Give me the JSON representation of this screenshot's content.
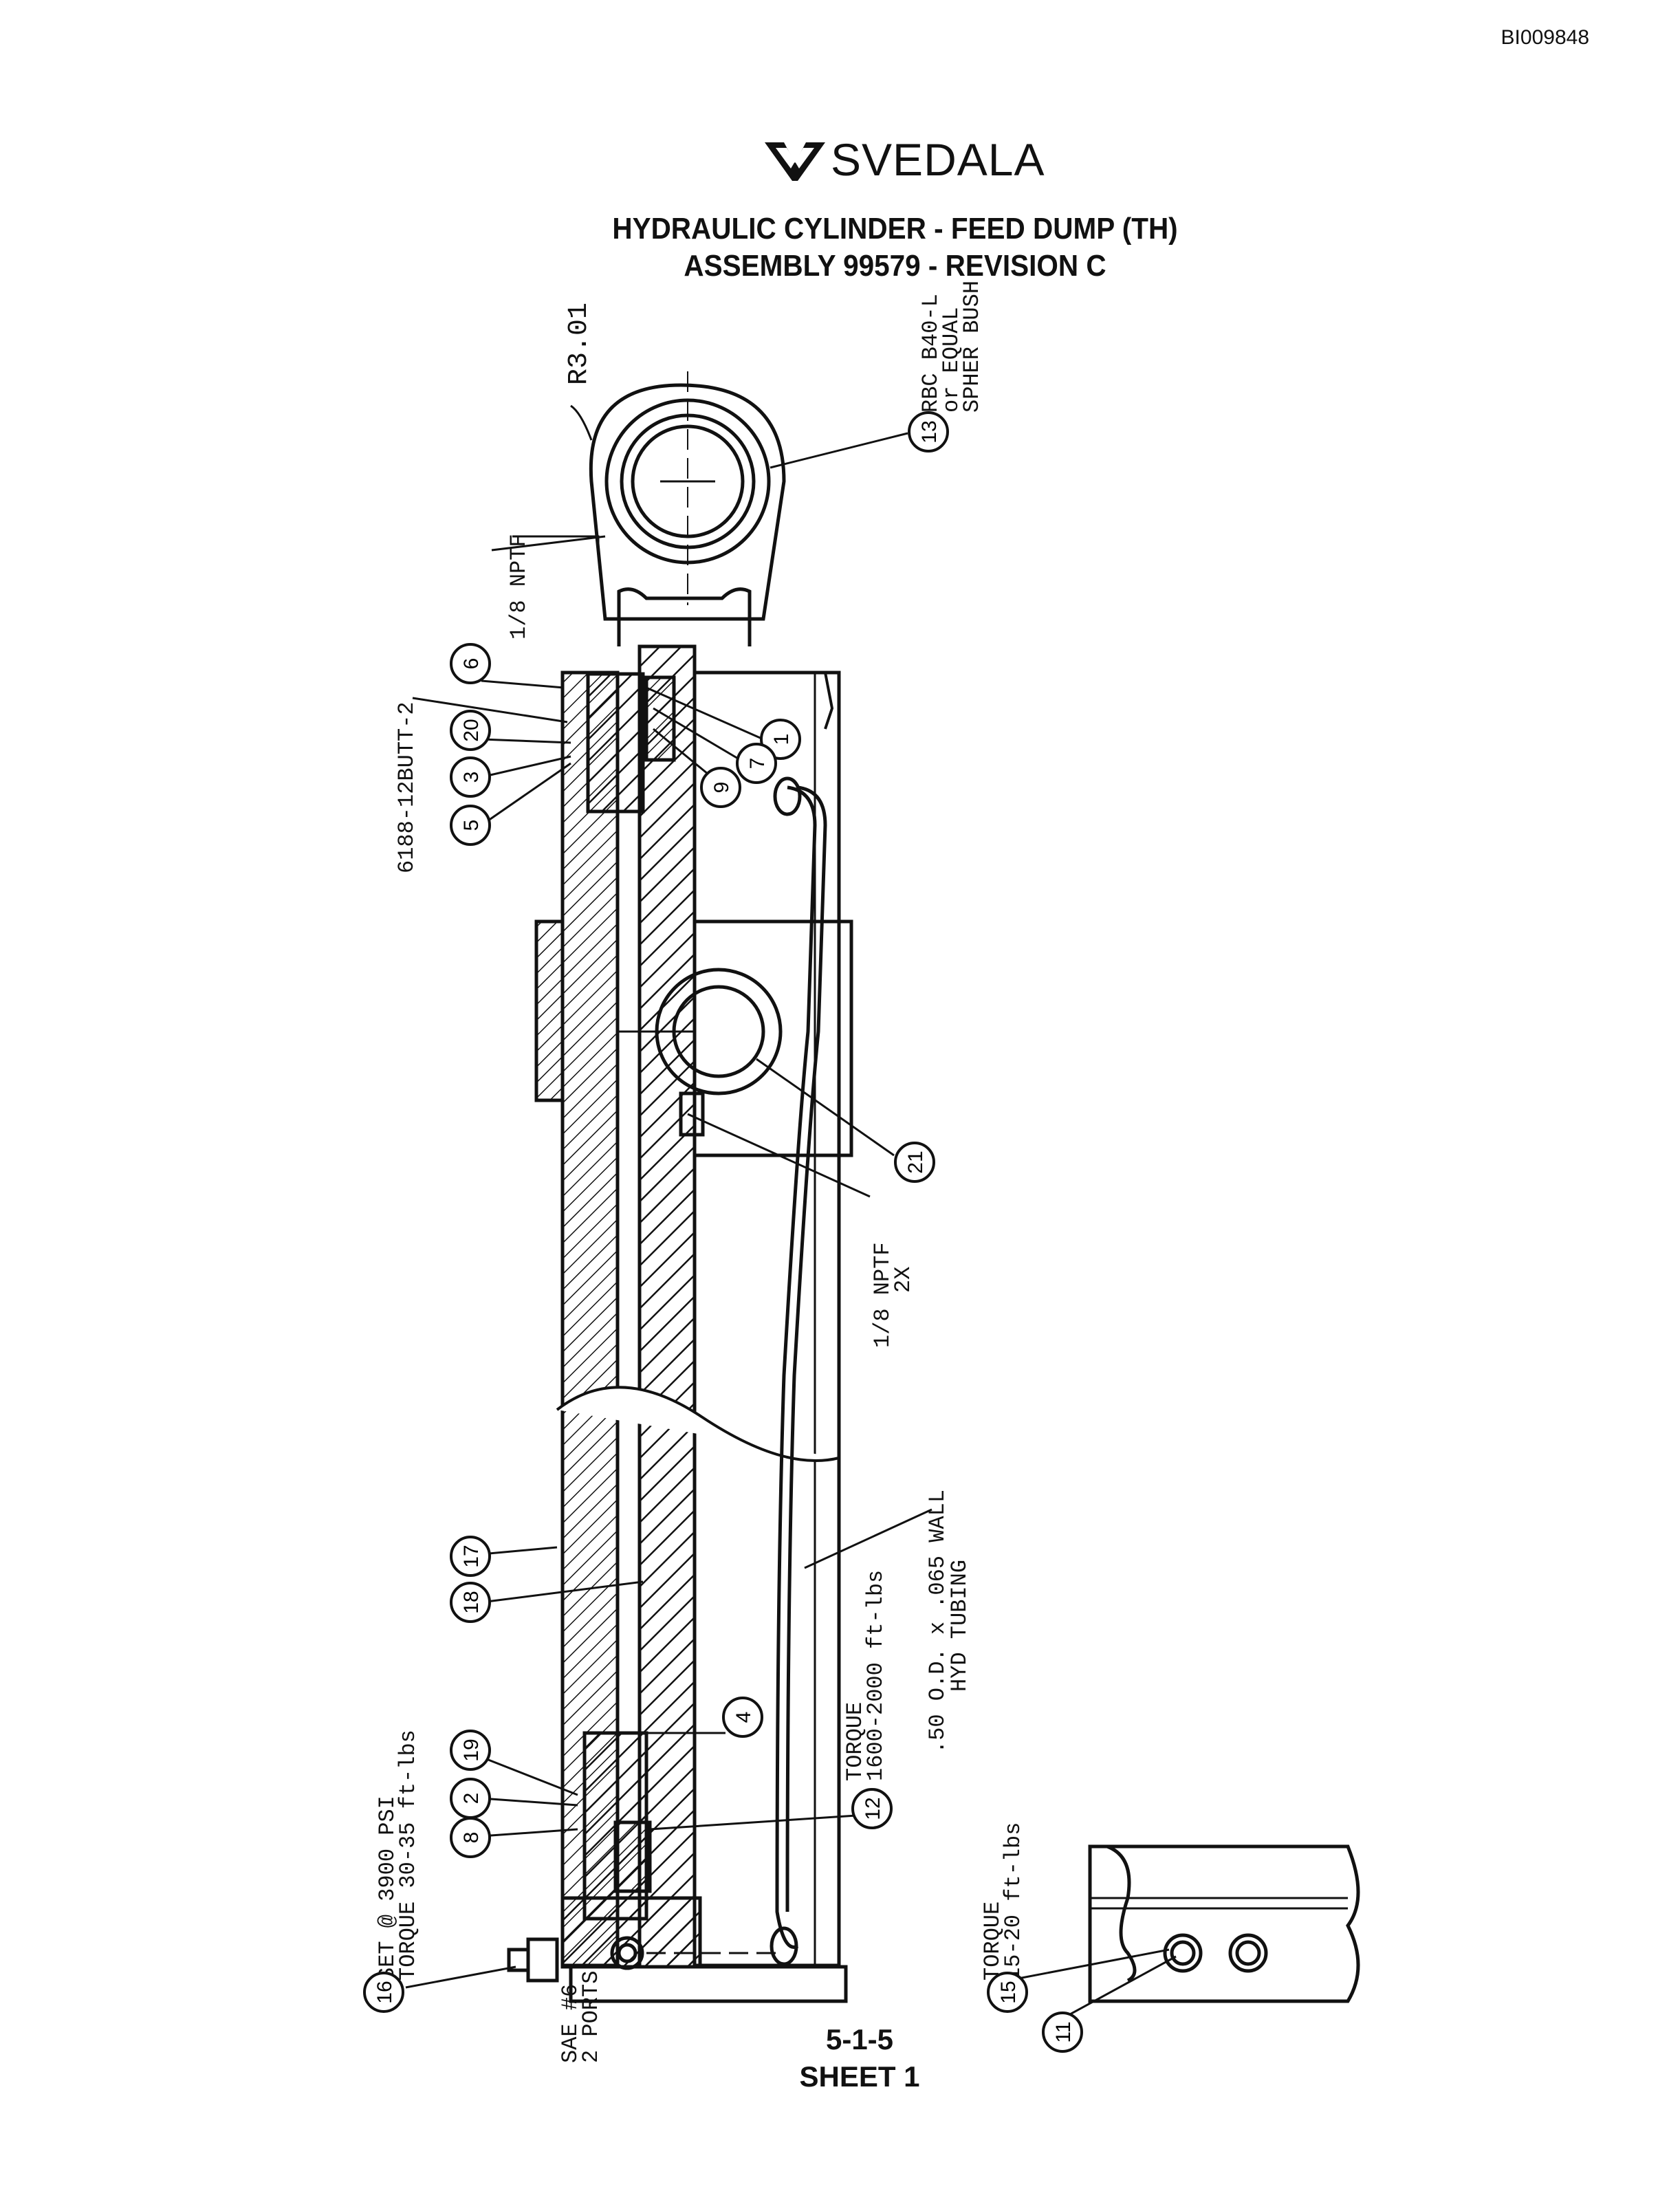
{
  "header": {
    "doc_id": "BI009848",
    "brand": "SVEDALA",
    "title_line1": "HYDRAULIC CYLINDER - FEED DUMP (TH)",
    "title_line2": "ASSEMBLY 99579 - REVISION C"
  },
  "footer": {
    "page_number": "5-1-5",
    "sheet": "SHEET 1"
  },
  "annotations": {
    "radius": "R3.01",
    "bush_line1": "RBC B40-L",
    "bush_line2": "or EQUAL",
    "bush_line3": "SPHER BUSH",
    "nptf_top": "1/8 NPTF",
    "fitting": "6188-12BUTT-2",
    "nptf_mid_line1": "1/8 NPTF",
    "nptf_mid_line2": "2X",
    "tubing_line1": ".50 O.D. x .065 WALL",
    "tubing_line2": "HYD TUBING",
    "torque12_line1": "TORQUE",
    "torque12_line2": "1600-2000 ft-lbs",
    "relief_line1": "SET @ 3900 PSI",
    "relief_line2": "TORQUE 30-35 ft-lbs",
    "ports_line1": "SAE #6",
    "ports_line2": "2 PORTS",
    "torque15_line1": "TORQUE",
    "torque15_line2": "15-20 ft-lbs"
  },
  "balloons": {
    "b1": "1",
    "b2": "2",
    "b3": "3",
    "b4": "4",
    "b5": "5",
    "b6": "6",
    "b7": "7",
    "b8": "8",
    "b9": "9",
    "b11": "11",
    "b12": "12",
    "b13": "13",
    "b15": "15",
    "b16": "16",
    "b17": "17",
    "b18": "18",
    "b19": "19",
    "b20": "20",
    "b21": "21"
  }
}
